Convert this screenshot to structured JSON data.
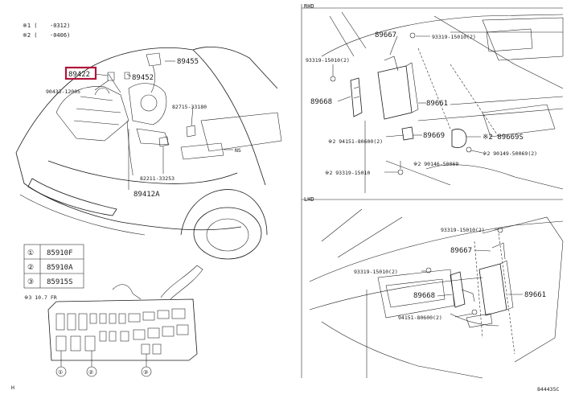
{
  "footnotes": {
    "n1_mark": "※1 (",
    "n1_range": "-0312)",
    "n2_mark": "※2 (",
    "n2_range": "-0406)"
  },
  "main_labels": {
    "p89422": "89422",
    "p90433": "90433-12005",
    "p89452": "89452",
    "p89455": "89455",
    "p82715": "82715-33180",
    "pNS": "NS",
    "p82211": "82211-33253",
    "p89412A": "89412A"
  },
  "legend": {
    "rows": [
      {
        "num": "①",
        "part": "85910F"
      },
      {
        "num": "②",
        "part": "85910A"
      },
      {
        "num": "③",
        "part": "85915S"
      }
    ],
    "note": "※3 10.7 FR",
    "callouts": [
      "①",
      "②",
      "③"
    ]
  },
  "rhd": {
    "title": "RHD",
    "labels": {
      "p89667": "89667",
      "p93319a": "93319-15010(2)",
      "p93319b": "93319-15010(2)",
      "p89668": "89668",
      "p89661": "89661",
      "p89669": "89669",
      "p94151": "※2 94151-80600(2)",
      "p89669S": "※2 89669S",
      "p90149": "※2 90149-50069(2)",
      "p90146": "※2 90146-50069",
      "p93319c": "※2 93319-15010"
    }
  },
  "lhd": {
    "title": "LHD",
    "labels": {
      "p93319a": "93319-15010(2)",
      "p89667": "89667",
      "p93319b": "93319-15010(2)",
      "p89668": "89668",
      "p89661": "89661",
      "p94151": "94151-80600(2)"
    }
  },
  "corner": {
    "left": "H",
    "right": "844435C"
  }
}
